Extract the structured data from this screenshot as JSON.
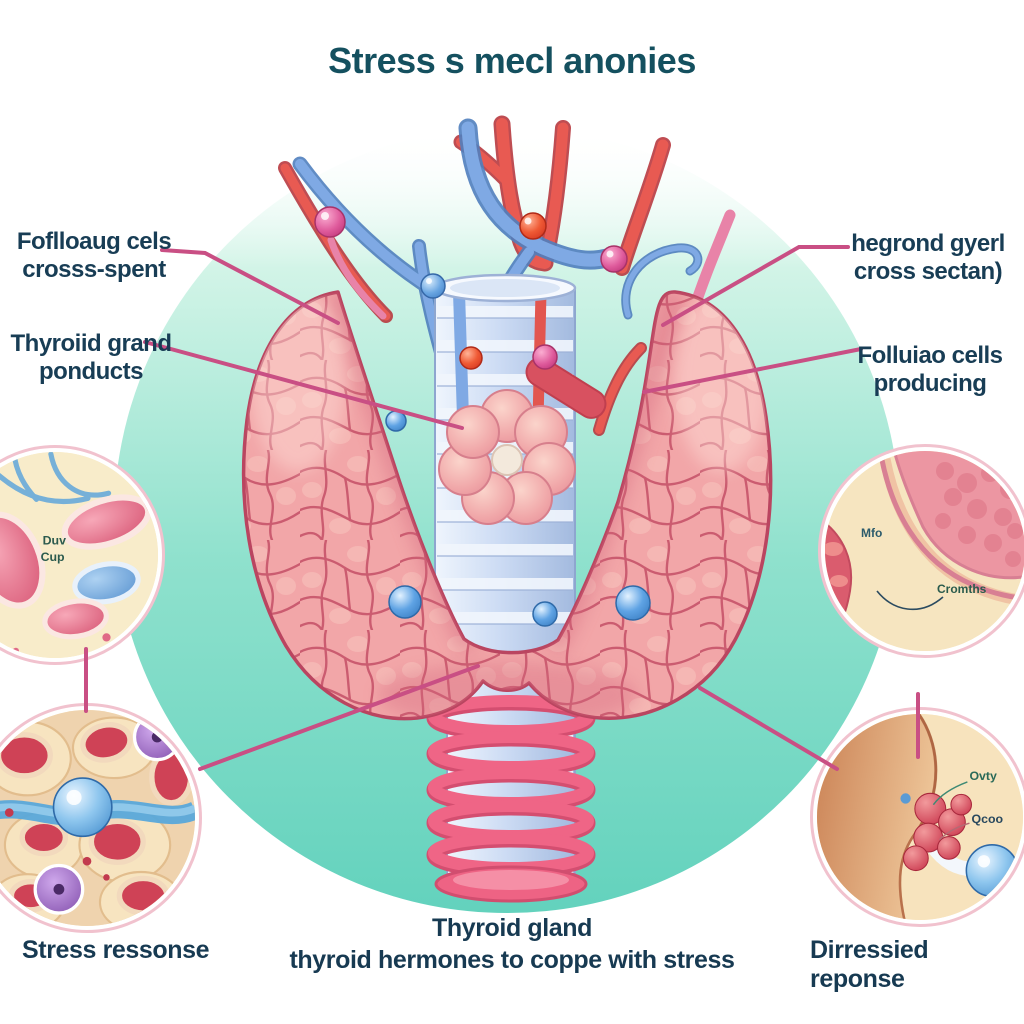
{
  "title": "Stress s mecl anonies",
  "labels": {
    "left_top": {
      "line1": "Foflloaug cels",
      "line2": "crosss-spent"
    },
    "left_mid": {
      "line1": "Thyroiid grand",
      "line2": "ponducts"
    },
    "right_top": {
      "line1": "hegrond gyerl",
      "line2": "cross sectan)"
    },
    "right_mid": {
      "line1": "Folluiao cells",
      "line2": "producing"
    }
  },
  "captions": {
    "bottom_left": "Stress ressonse",
    "bottom_center_line1": "Thyroid gland",
    "bottom_center_line2": "thyroid hermones to coppe with stress",
    "bottom_right": "Dirressied reponse"
  },
  "insets": {
    "left_middle": {
      "description": "follicle cells close-up",
      "tiny_labels": [
        "Duv",
        "Cup"
      ]
    },
    "left_bottom": {
      "description": "stress response histology",
      "tiny_labels": []
    },
    "right_middle": {
      "description": "gland cross section",
      "tiny_labels": [
        "Mfo",
        "Cromths"
      ]
    },
    "right_bottom": {
      "description": "hormone release",
      "tiny_labels": [
        "Ovty",
        "Qcoo"
      ]
    }
  },
  "colors": {
    "background": "#ffffff",
    "mint_circle": "#6fd5c0",
    "title_text": "#14505f",
    "label_text": "#183d55",
    "leader_line": "#c94f84",
    "gland_pink": "#f2a6a8",
    "cell_outline": "#c44f66",
    "trachea_blue": "#c9d9f2",
    "ring_pink": "#ee6183",
    "vessel_red": "#e2564f",
    "vessel_blue": "#7fa9e4",
    "inset_cream": "#f8ecca",
    "inset_border": "#f1c2ce"
  }
}
